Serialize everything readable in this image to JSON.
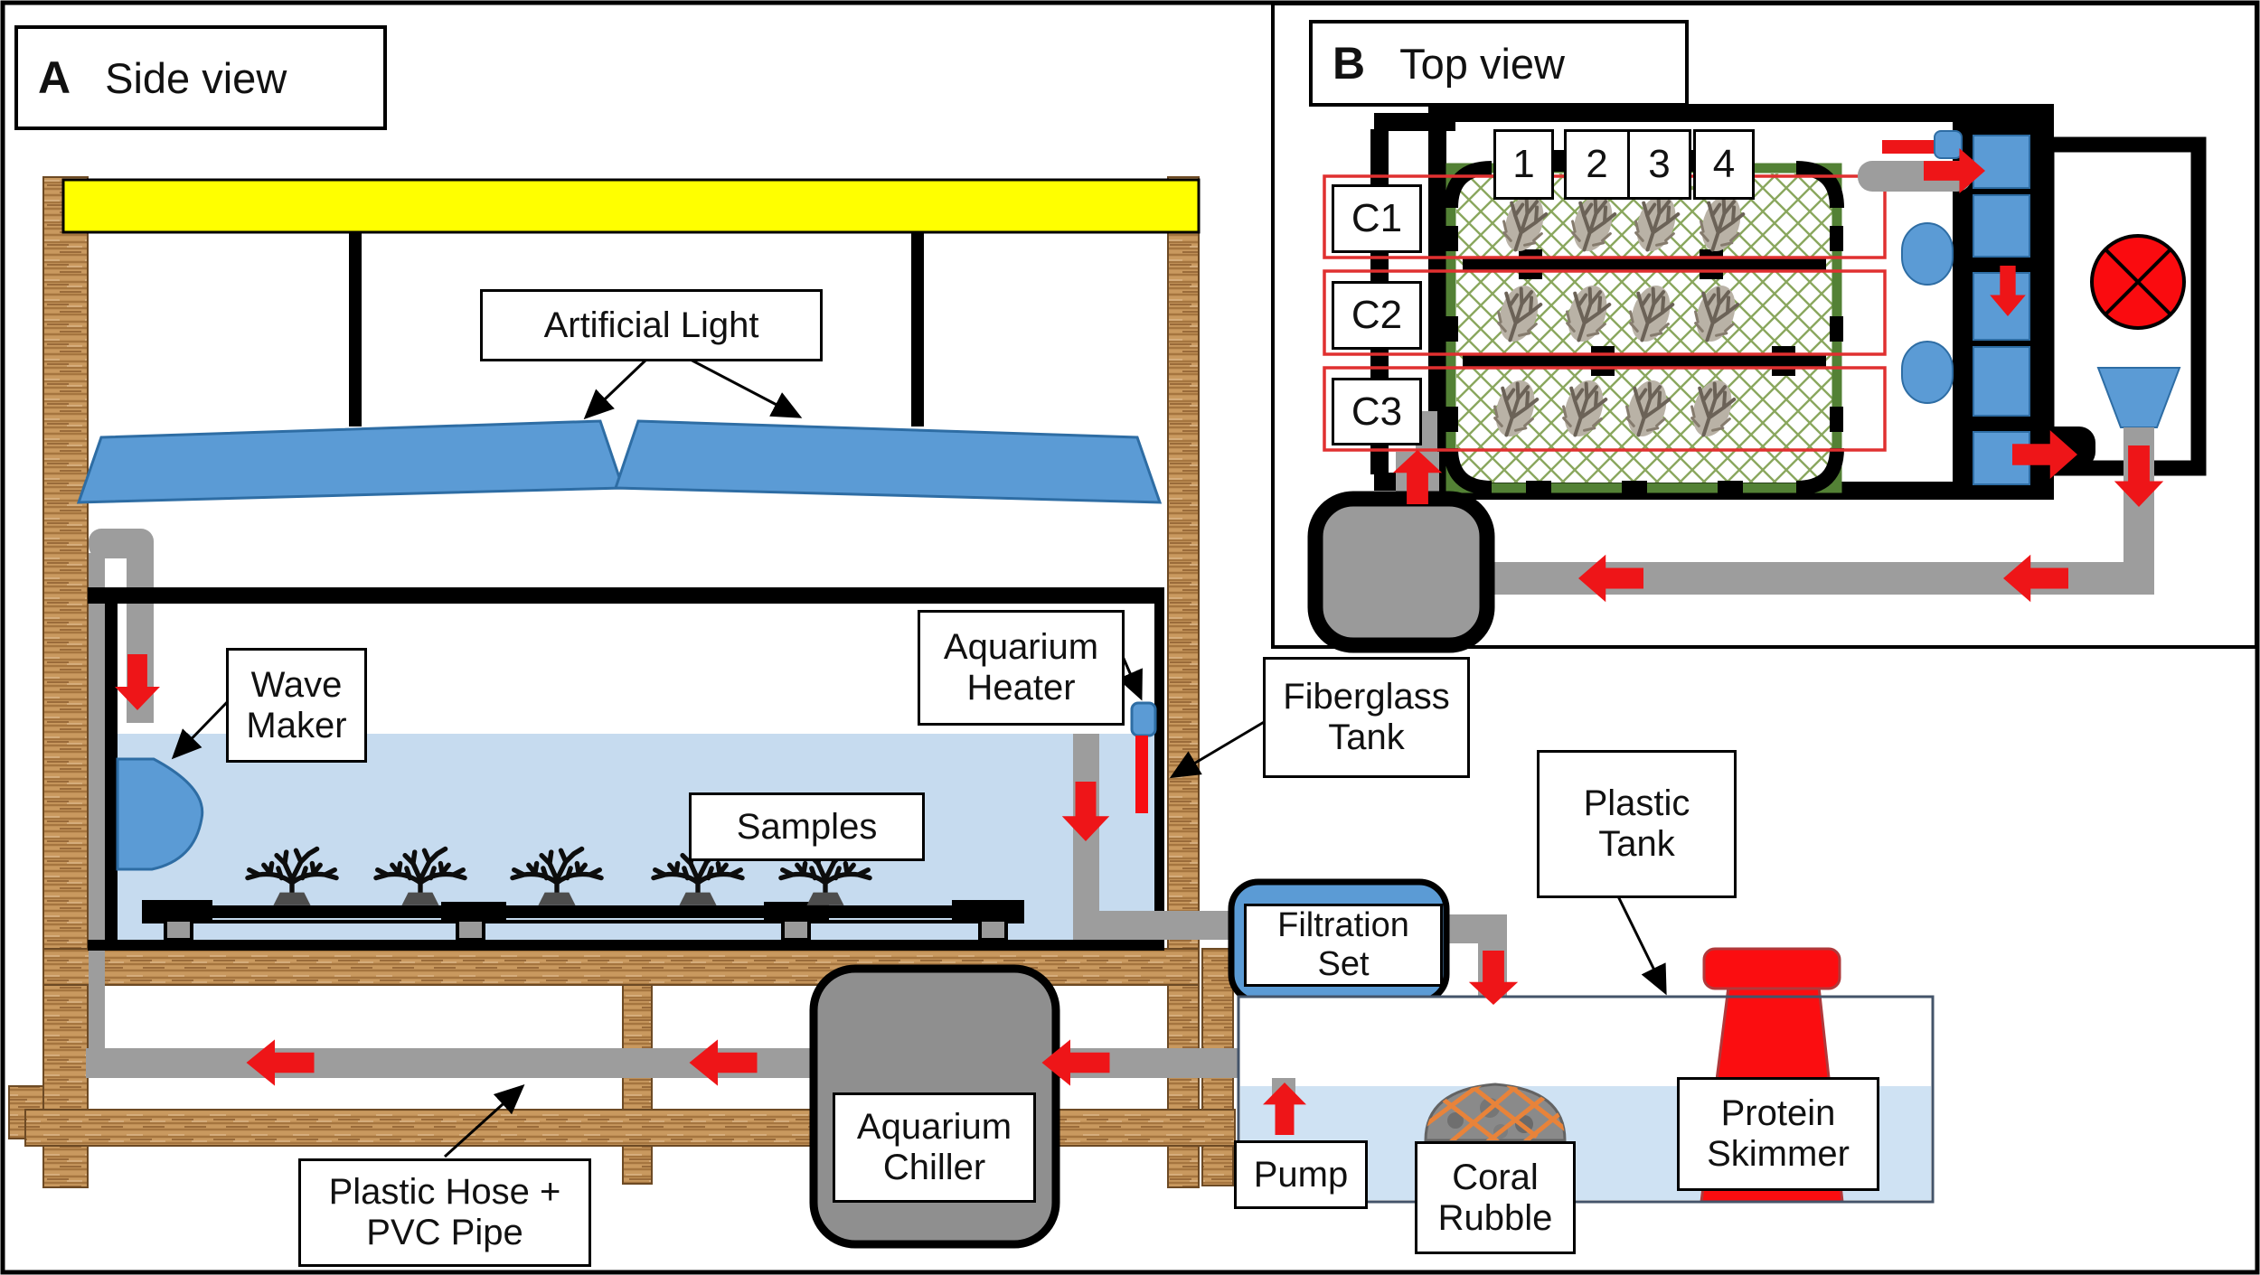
{
  "panel_a": {
    "letter": "A",
    "title": "Side view"
  },
  "panel_b": {
    "letter": "B",
    "title": "Top view",
    "columns": [
      "1",
      "2",
      "3",
      "4"
    ],
    "rows": [
      "C1",
      "C2",
      "C3"
    ]
  },
  "labels": {
    "artificial_light": "Artificial Light",
    "wave_maker": "Wave\nMaker",
    "samples": "Samples",
    "aquarium_heater": "Aquarium\nHeater",
    "fiberglass_tank": "Fiberglass\nTank",
    "filtration_set": "Filtration\nSet",
    "plastic_tank": "Plastic\nTank",
    "protein_skimmer": "Protein\nSkimmer",
    "pump": "Pump",
    "coral_rubble": "Coral\nRubble",
    "aquarium_chiller": "Aquarium\nChiller",
    "plastic_hose_pvc": "Plastic Hose +\nPVC Pipe"
  },
  "colors": {
    "light_fixture_blue": "#5b9bd5",
    "water_blue": "#c6dbef",
    "plastic_tank_water": "#cfe2f3",
    "flow_arrow_red": "#ee1518",
    "pipe_gray": "#9d9d9d",
    "chiller_gray": "#8f8f8f",
    "wood_tan": "#c9995f",
    "lamp_yellow": "#ffff00",
    "mesh_green": "#538135",
    "row_outline_red": "#e03030"
  }
}
